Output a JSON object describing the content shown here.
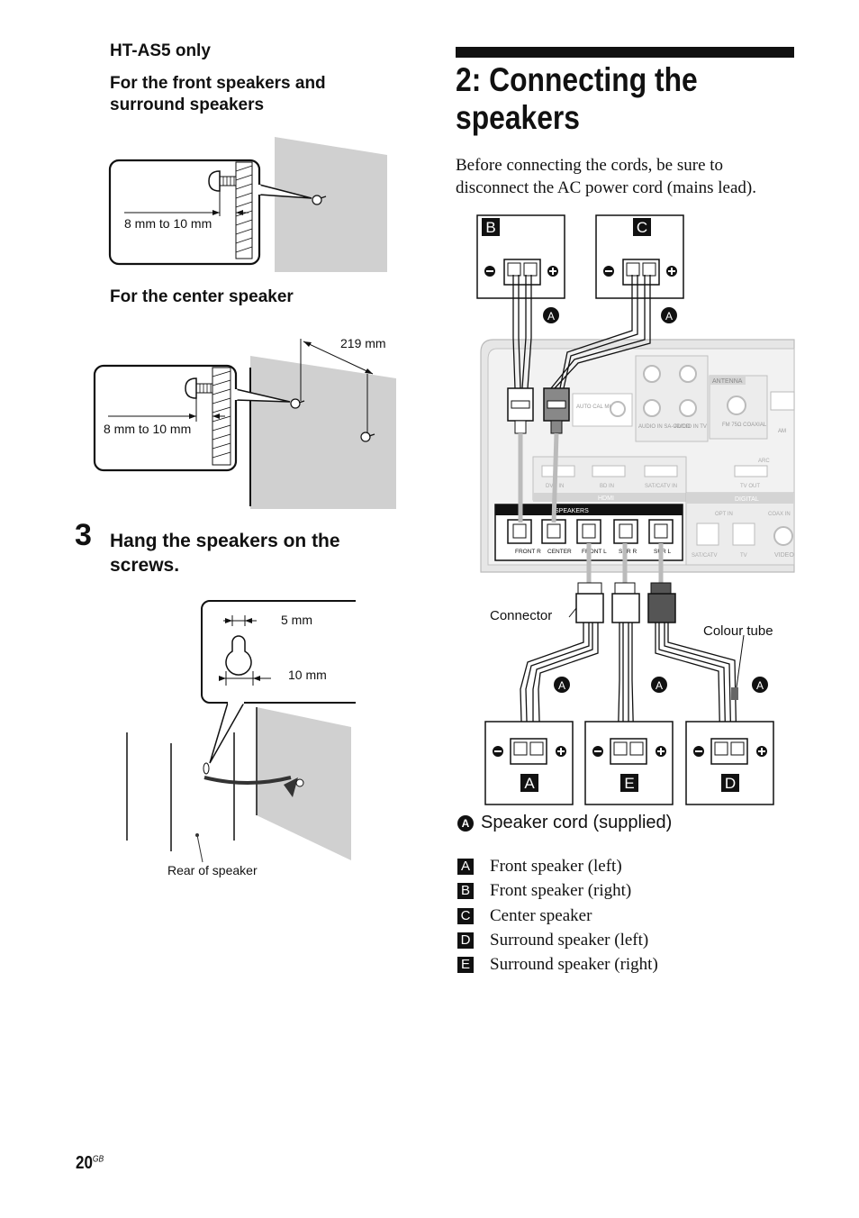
{
  "left": {
    "heading_model": "HT-AS5 only",
    "heading_front_surround": "For the front speakers and surround speakers",
    "front_dim_label": "8 mm to 10 mm",
    "heading_center": "For the center speaker",
    "center_spacing_label": "219 mm",
    "center_dim_label": "8 mm to 10 mm",
    "step": {
      "number": "3",
      "text": "Hang the speakers on the screws."
    },
    "keyhole_width_label": "5 mm",
    "keyhole_height_label": "10 mm",
    "rear_label": "Rear of speaker"
  },
  "right": {
    "title": "2: Connecting the speakers",
    "intro": "Before connecting the cords, be sure to disconnect the AC power cord (mains lead).",
    "connector_label": "Connector",
    "colour_tube_label": "Colour tube",
    "cord_marker": "A",
    "speaker_box_letters": {
      "front_right": "B",
      "center": "C",
      "front_left": "A",
      "surround_right": "E",
      "surround_left": "D"
    },
    "unit": {
      "speakers_header": "SPEAKERS",
      "terminals": [
        "FRONT R",
        "CENTER",
        "FRONT L",
        "SUR R",
        "SUR L"
      ],
      "hdmi_ports": [
        "DVD IN",
        "BD IN",
        "SAT/CATV IN",
        "TV OUT"
      ],
      "hdmi_label": "HDMI",
      "arc_label": "ARC",
      "digital_label": "DIGITAL",
      "digital_ports": [
        "OPT IN",
        "SAT/CATV",
        "TV",
        "COAX IN",
        "VIDEO"
      ],
      "antenna_label": "ANTENNA",
      "fm_label": "FM 75Ω COAXIAL",
      "am_label": "AM",
      "audio_in_labels": [
        "AUDIO IN SA-CD/CD",
        "AUDIO IN TV"
      ],
      "auto_cal_label": "AUTO CAL MIC"
    },
    "cord_legend": {
      "marker": "A",
      "text": "Speaker cord (supplied)"
    },
    "legend": [
      {
        "letter": "A",
        "text": "Front speaker (left)"
      },
      {
        "letter": "B",
        "text": "Front speaker (right)"
      },
      {
        "letter": "C",
        "text": "Center speaker"
      },
      {
        "letter": "D",
        "text": "Surround speaker (left)"
      },
      {
        "letter": "E",
        "text": "Surround speaker (right)"
      }
    ]
  },
  "footer": {
    "page_number": "20",
    "region": "GB"
  },
  "colors": {
    "ink": "#111111",
    "wall_gray": "#d0d0d0",
    "unit_gray": "#c8c8c8"
  }
}
